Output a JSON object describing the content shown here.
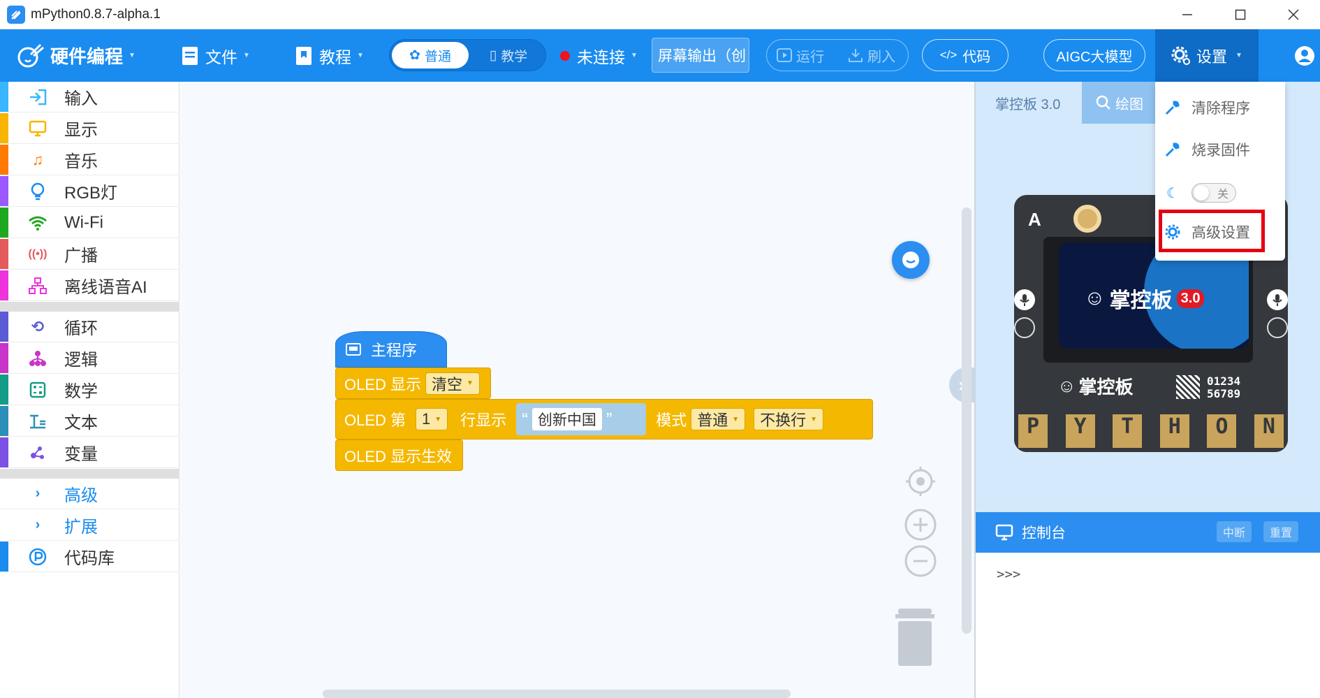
{
  "window": {
    "title": "mPython0.8.7-alpha.1"
  },
  "toolbar": {
    "hardware_mode": "硬件编程",
    "file": "文件",
    "tutorial": "教程",
    "mode_normal": "普通",
    "mode_teach": "教学",
    "connection_status": "未连接",
    "screen_output": "屏幕输出（创",
    "run": "运行",
    "flash": "刷入",
    "code": "代码",
    "aigc": "AIGC大模型",
    "settings": "设置"
  },
  "categories": [
    {
      "label": "输入",
      "color": "#38b6ff",
      "icon": "input-icon"
    },
    {
      "label": "显示",
      "color": "#f7b500",
      "icon": "display-icon"
    },
    {
      "label": "音乐",
      "color": "#ff7a00",
      "icon": "music-icon"
    },
    {
      "label": "RGB灯",
      "color": "#9b59ff",
      "icon": "bulb-icon"
    },
    {
      "label": "Wi-Fi",
      "color": "#1fa81f",
      "icon": "wifi-icon"
    },
    {
      "label": "广播",
      "color": "#e35b5b",
      "icon": "broadcast-icon"
    },
    {
      "label": "离线语音AI",
      "color": "#ee33dd",
      "icon": "network-icon"
    },
    {
      "label": "循环",
      "color": "#5b5bd6",
      "icon": "loop-icon"
    },
    {
      "label": "逻辑",
      "color": "#c934c9",
      "icon": "logic-icon"
    },
    {
      "label": "数学",
      "color": "#139c86",
      "icon": "math-icon"
    },
    {
      "label": "文本",
      "color": "#2c8fb8",
      "icon": "text-icon"
    },
    {
      "label": "变量",
      "color": "#7b52e3",
      "icon": "variable-icon"
    },
    {
      "label": "高级",
      "color": "#ffffff",
      "icon": "chevron-right-icon"
    },
    {
      "label": "扩展",
      "color": "#ffffff",
      "icon": "chevron-right-icon"
    },
    {
      "label": "代码库",
      "color": "#1a8cf0",
      "icon": "code-library-icon"
    }
  ],
  "blocks": {
    "main_program": "主程序",
    "oled_show": "OLED 显示",
    "clear": "清空",
    "oled_line": "OLED 第",
    "line_number": "1",
    "line_show": "行显示",
    "text_value": "创新中国",
    "mode_label": "模式",
    "mode_value": "普通",
    "wrap_value": "不换行",
    "oled_apply": "OLED 显示生效"
  },
  "simulator": {
    "board_tab": "掌控板 3.0",
    "draw_tab": "绘图",
    "board_brand": "掌控板",
    "board_version": "3.0",
    "board_label": "掌控板",
    "board_serial_1": "01234",
    "board_serial_2": "56789",
    "board_letter": "A",
    "pins_letters": "PYTHON"
  },
  "console": {
    "title": "控制台",
    "stop": "中断",
    "reset": "重置",
    "prompt": ">>>"
  },
  "settings_menu": {
    "clear_program": "清除程序",
    "burn_firmware": "烧录固件",
    "toggle_state": "关",
    "advanced_settings": "高级设置"
  },
  "colors": {
    "toolbar": "#1a8cf0",
    "block_yellow": "#f5b800",
    "main_block": "#2b8ef0",
    "highlight": "#e60012"
  }
}
